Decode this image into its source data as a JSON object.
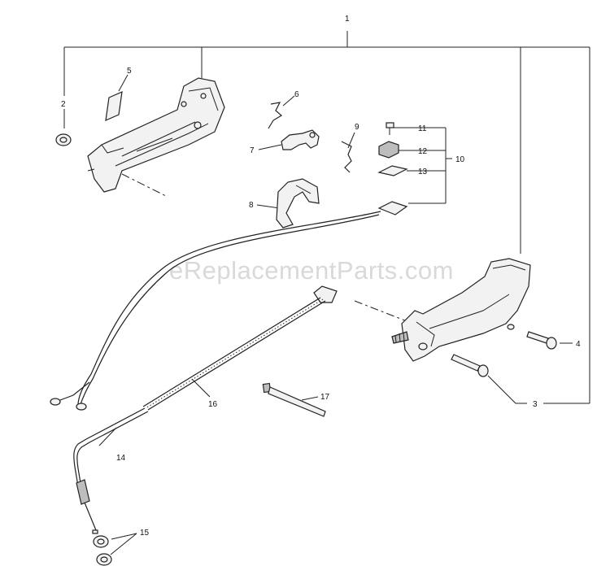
{
  "watermark": "eReplacementParts.com",
  "callouts": {
    "c1": "1",
    "c2": "2",
    "c3": "3",
    "c4": "4",
    "c5": "5",
    "c6": "6",
    "c7": "7",
    "c8": "8",
    "c9": "9",
    "c10": "10",
    "c11": "11",
    "c12": "12",
    "c13": "13",
    "c14": "14",
    "c15": "15",
    "c16": "16",
    "c17": "17"
  }
}
